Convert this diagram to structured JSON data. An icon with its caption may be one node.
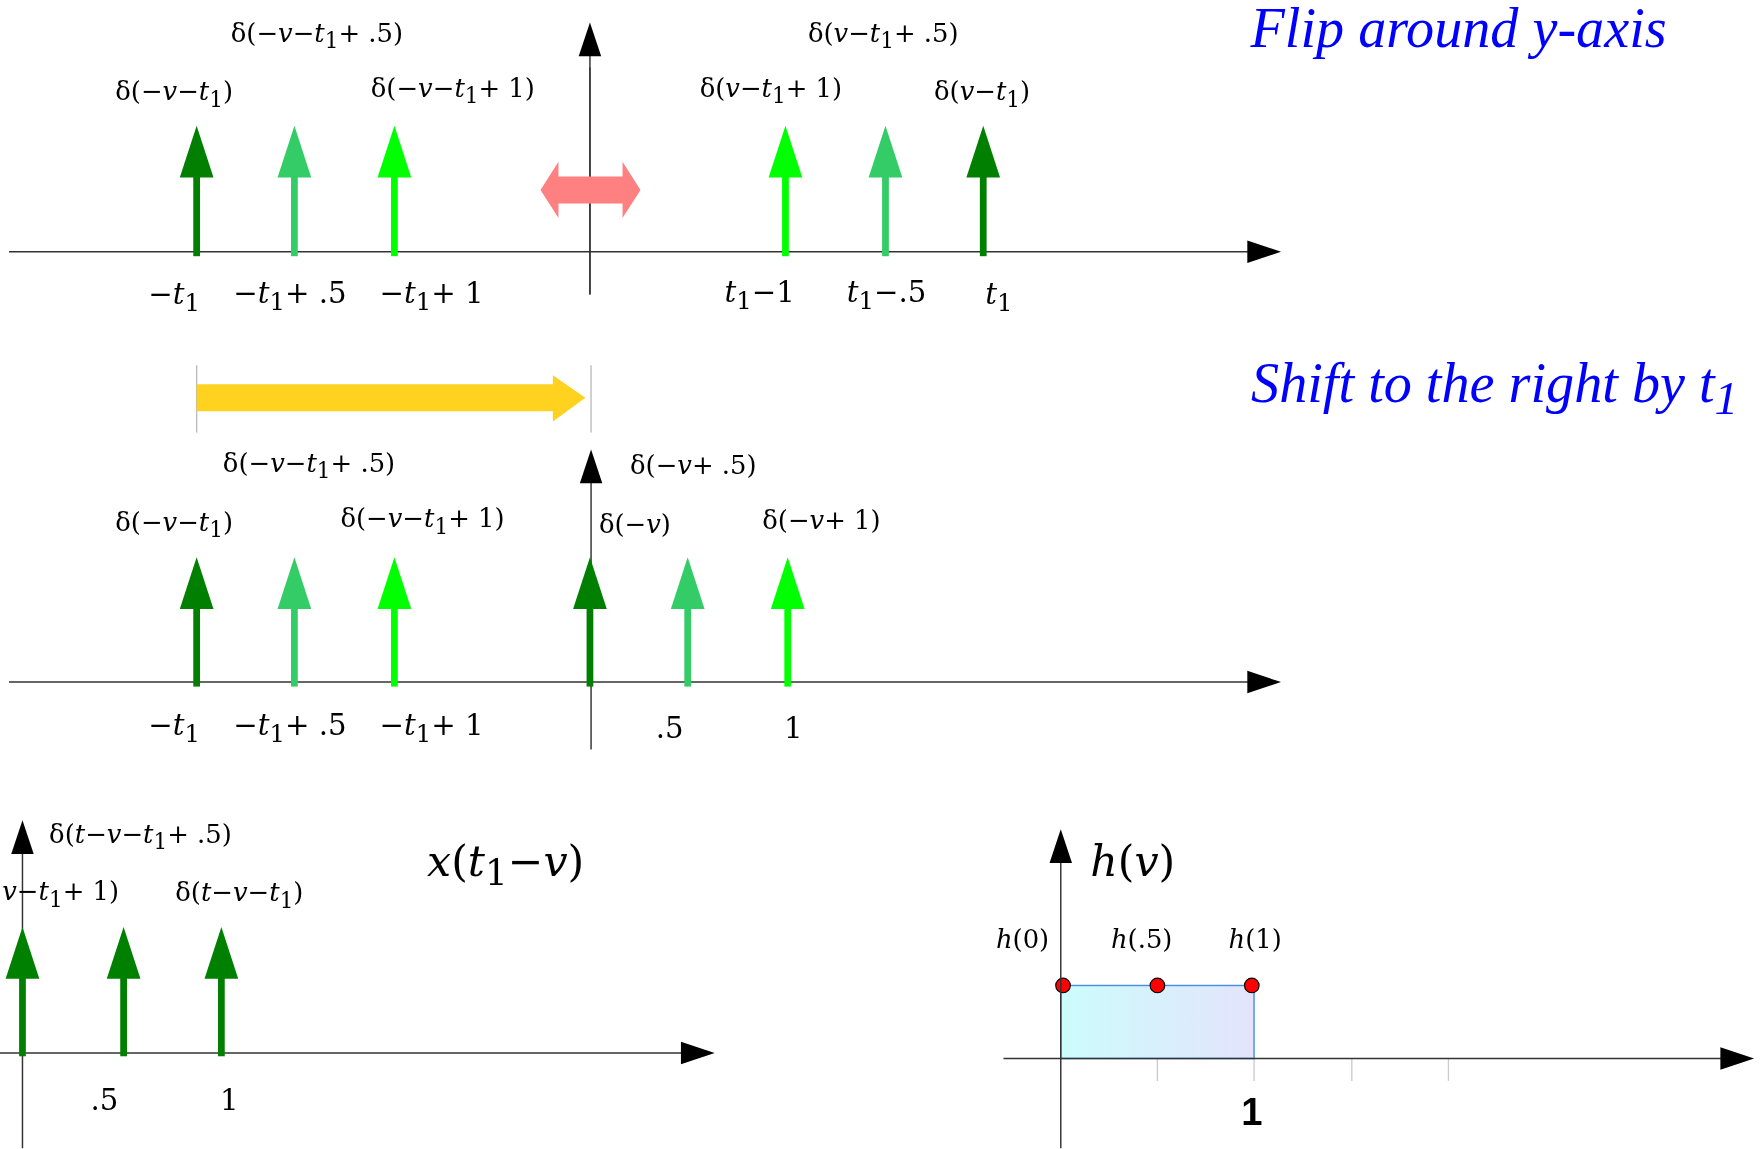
{
  "diagram": {
    "labels": [
      "Flip around y-axis",
      "δ(−*v*−*t*$_{1}$+ .5)",
      "δ(*v*−*t*$_{1}$+ .5)",
      "δ(−*v*−*t*$_{1}$)",
      "δ(−*v*−*t*$_{1}$+ 1)",
      "δ(*v*−*t*$_{1}$+ 1)",
      "δ(*v*−*t*$_{1}$)",
      "−*t*$_{1}$",
      "−*t*$_{1}$+ .5",
      "−*t*$_{1}$+ 1",
      "*t*$_{1}$−1",
      "*t*$_{1}$−.5",
      "*t*$_{1}$",
      "Shift to the right by t$_{1}$",
      "δ(−*v*−*t*$_{1}$+ .5)",
      "δ(−*v*+ .5)",
      "δ(−*v*−*t*$_{1}$)",
      "δ(−*v*−*t*$_{1}$+ 1)",
      "δ(−*v*)",
      "δ(−*v*+ 1)",
      "−*t*$_{1}$",
      "−*t*$_{1}$+ .5",
      "−*t*$_{1}$+ 1",
      ".5",
      "1",
      "δ(*t*−*v*−*t*$_{1}$+ .5)",
      "*v*−*t*$_{1}$+ 1)",
      "δ(*t*−*v*−*t*$_{1}$)",
      "*x*(*t*$_{1}$−*v*)",
      ".5",
      "1",
      "*h*(*v*)",
      "*h*(0)",
      "*h*(.5)",
      "*h*(1)",
      "1"
    ]
  }
}
